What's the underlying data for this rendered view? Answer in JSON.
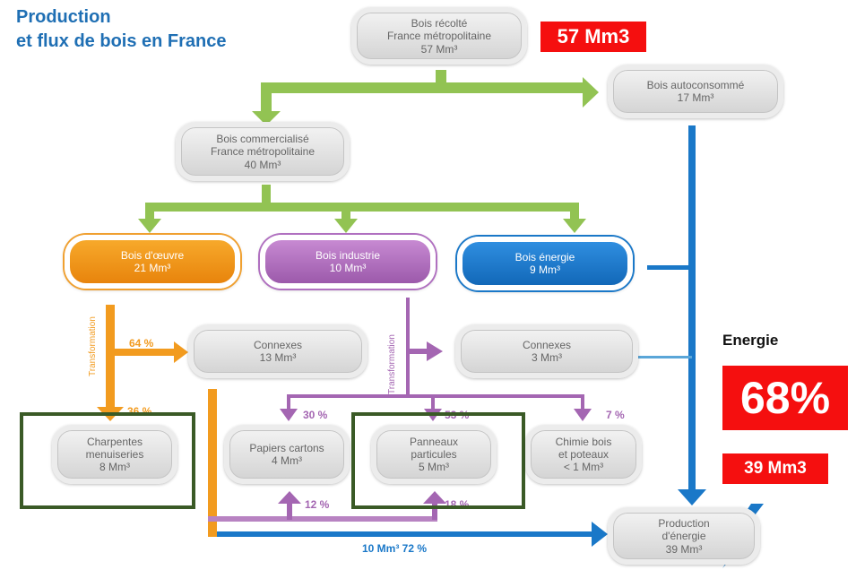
{
  "title": {
    "line1": "Production",
    "line2": "et flux de bois en France"
  },
  "nodes": {
    "recolte": {
      "l1": "Bois récolté",
      "l2": "France métropolitaine",
      "v": "57 Mm³"
    },
    "autoconsomme": {
      "l1": "Bois autoconsommé",
      "v": "17 Mm³"
    },
    "commercialise": {
      "l1": "Bois commercialisé",
      "l2": "France métropolitaine",
      "v": "40 Mm³"
    },
    "oeuvre": {
      "l1": "Bois d'œuvre",
      "v": "21 Mm³"
    },
    "industrie": {
      "l1": "Bois industrie",
      "v": "10 Mm³"
    },
    "energie": {
      "l1": "Bois énergie",
      "v": "9 Mm³"
    },
    "connexes1": {
      "l1": "Connexes",
      "v": "13 Mm³"
    },
    "connexes2": {
      "l1": "Connexes",
      "v": "3 Mm³"
    },
    "charpentes": {
      "l1": "Charpentes",
      "l2": "menuiseries",
      "v": "8 Mm³"
    },
    "papiers": {
      "l1": "Papiers cartons",
      "v": "4 Mm³"
    },
    "panneaux": {
      "l1": "Panneaux",
      "l2": "particules",
      "v": "5 Mm³"
    },
    "chimie": {
      "l1": "Chimie bois",
      "l2": "et poteaux",
      "v": "< 1 Mm³"
    },
    "production": {
      "l1": "Production",
      "l2": "d'énergie",
      "v": "39 Mm³"
    }
  },
  "percentages": {
    "p64": "64 %",
    "p36": "36 %",
    "p30": "30 %",
    "p53": "53 %",
    "p7": "7 %",
    "p12": "12 %",
    "p18": "18 %",
    "bottom": "10 Mm³  72 %"
  },
  "side_labels": {
    "transformation1": "Transformation",
    "transformation2": "Transformation"
  },
  "highlights": {
    "total": "57 Mm3",
    "energie_label": "Energie",
    "energie_pct": "68%",
    "energie_vol": "39 Mm3"
  },
  "colors": {
    "green": "#92c353",
    "orange": "#f29b1f",
    "purple": "#a466b2",
    "blue": "#1a78c8",
    "red": "#f50f0f",
    "title": "#1f6fb4"
  }
}
